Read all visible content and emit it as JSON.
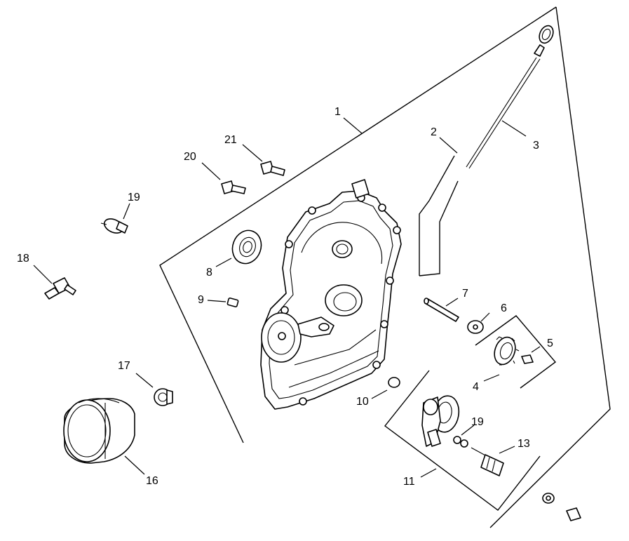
{
  "callouts": {
    "c1": "1",
    "c2": "2",
    "c3": "3",
    "c4": "4",
    "c5": "5",
    "c6": "6",
    "c7": "7",
    "c8": "8",
    "c9": "9",
    "c10": "10",
    "c11": "11",
    "c13": "13",
    "c16": "16",
    "c17": "17",
    "c18": "18",
    "c19a": "19",
    "c19b": "19",
    "c20": "20",
    "c21": "21"
  },
  "colors": {
    "ink": "#000000",
    "paper": "#ffffff"
  }
}
